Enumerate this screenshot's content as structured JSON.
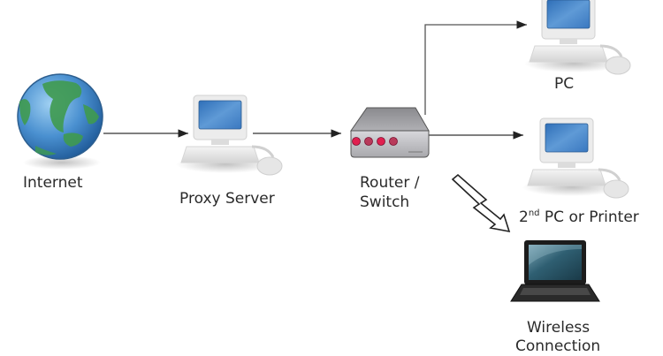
{
  "diagram": {
    "title": "Proxy server network topology",
    "nodes": [
      {
        "id": "internet",
        "label": "Internet",
        "icon": "globe-icon"
      },
      {
        "id": "proxy",
        "label": "Proxy Server",
        "icon": "desktop-computer-icon"
      },
      {
        "id": "router",
        "label_line1": "Router /",
        "label_line2": "Switch",
        "icon": "router-icon"
      },
      {
        "id": "pc",
        "label": "PC",
        "icon": "desktop-computer-icon"
      },
      {
        "id": "pc2",
        "label_pre": "2",
        "label_sup": "nd",
        "label_post": " PC or Printer",
        "icon": "desktop-computer-icon"
      },
      {
        "id": "wireless",
        "label_line1": "Wireless",
        "label_line2": "Connection",
        "icon": "laptop-icon"
      }
    ],
    "edges": [
      {
        "from": "internet",
        "to": "proxy",
        "type": "wired"
      },
      {
        "from": "proxy",
        "to": "router",
        "type": "wired"
      },
      {
        "from": "router",
        "to": "pc",
        "type": "wired"
      },
      {
        "from": "router",
        "to": "pc2",
        "type": "wired"
      },
      {
        "from": "router",
        "to": "wireless",
        "type": "wireless"
      }
    ],
    "colors": {
      "line": "#333333",
      "globe_ocean": "#4a90d0",
      "globe_land": "#3f9a4f",
      "screen": "#3f7fc4",
      "router_led": "#d8204a",
      "router_body": "#b8b8bc"
    }
  }
}
